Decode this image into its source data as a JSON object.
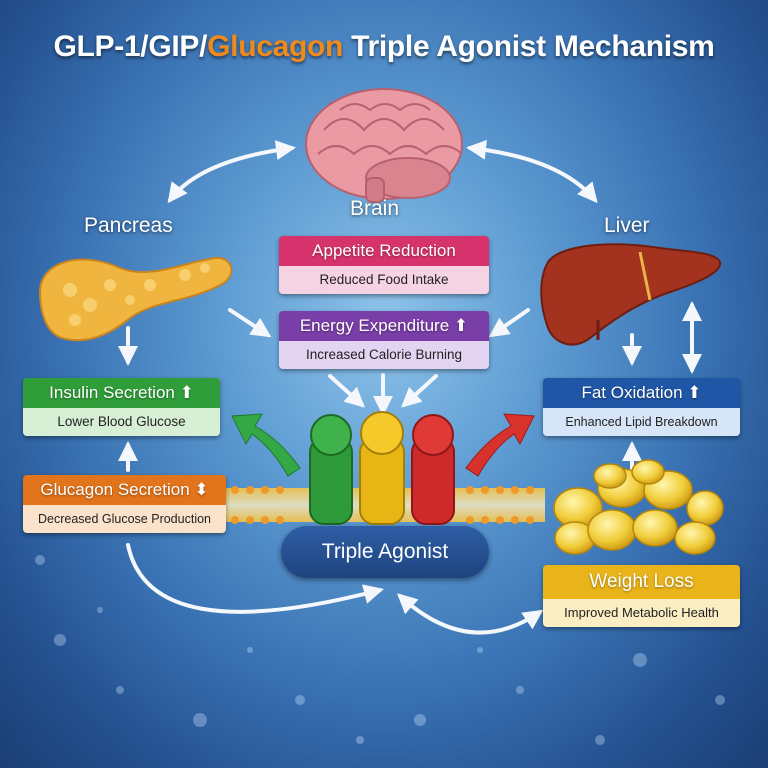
{
  "title": {
    "part1": "GLP-1/GIP/",
    "highlight": "Glucagon",
    "part2": " Triple Agonist Mechanism"
  },
  "organs": {
    "brain": "Brain",
    "pancreas": "Pancreas",
    "liver": "Liver"
  },
  "boxes": {
    "appetite": {
      "title": "Appetite Reduction",
      "sub": "Reduced Food Intake"
    },
    "energy": {
      "title": "Energy Expenditure ⬆",
      "sub": "Increased Calorie Burning"
    },
    "insulin": {
      "title": "Insulin Secretion ⬆",
      "sub": "Lower Blood Glucose"
    },
    "glucagon": {
      "title": "Glucagon Secretion ⬍",
      "sub": "Decreased Glucose Production"
    },
    "fat": {
      "title": "Fat Oxidation ⬆",
      "sub": "Enhanced Lipid Breakdown"
    },
    "weight": {
      "title": "Weight Loss",
      "sub": "Improved Metabolic Health"
    }
  },
  "center_label": "Triple Agonist",
  "colors": {
    "appetite_header": "#d6336c",
    "appetite_sub": "#f6d3e3",
    "energy_header": "#7a3ea8",
    "energy_sub": "#e3d5f2",
    "insulin_header": "#2f9e3a",
    "insulin_sub": "#d7f0d5",
    "glucagon_header": "#e2741b",
    "glucagon_sub": "#fbe2cb",
    "fat_header": "#1f56a6",
    "fat_sub": "#d6e5f7",
    "weight_header": "#e9b419",
    "weight_sub": "#fbeec2",
    "title_highlight": "#f08a1c",
    "receptor_green": "#2e9a3a",
    "receptor_yellow": "#e8b614",
    "receptor_red": "#cf2a2a"
  }
}
